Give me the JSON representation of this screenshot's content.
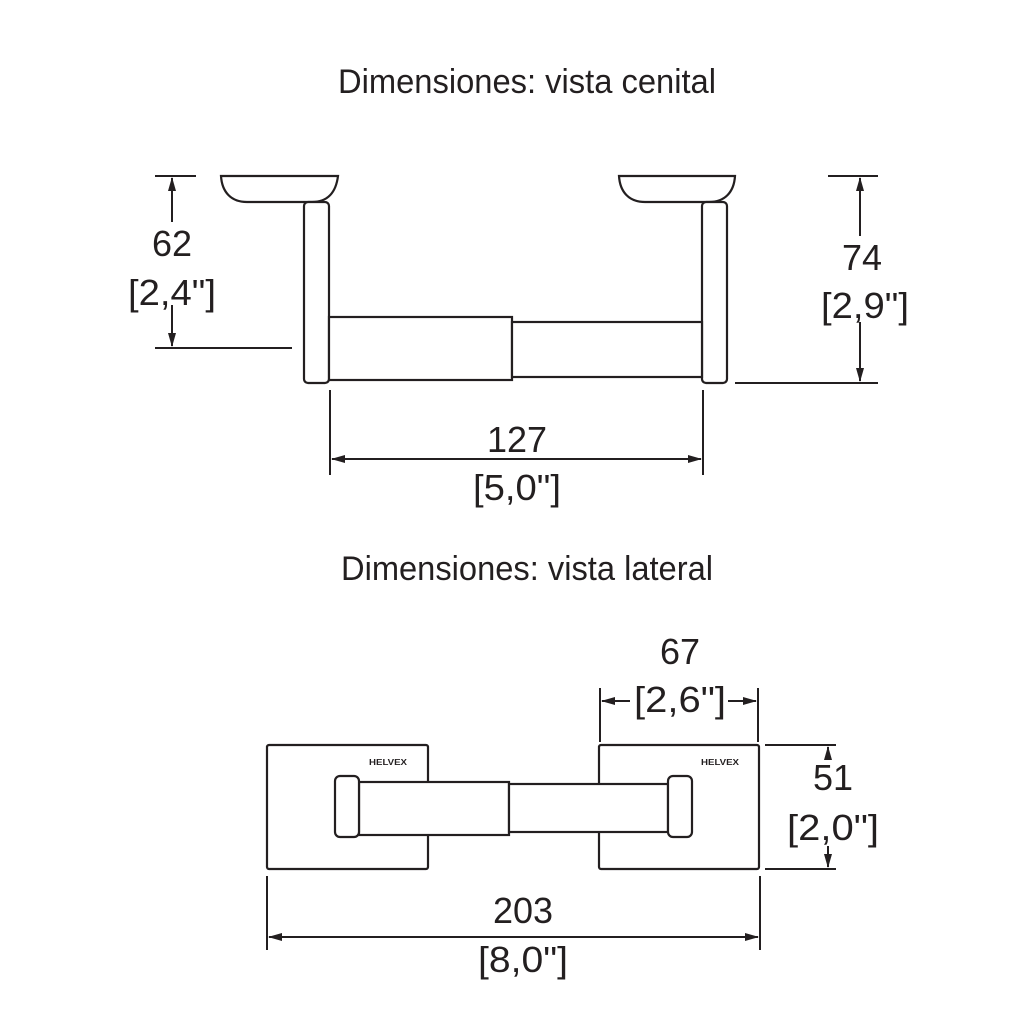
{
  "top_view": {
    "title": "Dimensiones: vista cenital",
    "dim_left": {
      "mm": "62",
      "in": "[2,4\"]"
    },
    "dim_right": {
      "mm": "74",
      "in": "[2,9\"]"
    },
    "dim_bottom": {
      "mm": "127",
      "in": "[5,0\"]"
    }
  },
  "side_view": {
    "title": "Dimensiones: vista lateral",
    "brand_mark": "HELVEX",
    "dim_plate_width": {
      "mm": "67",
      "in": "[2,6\"]"
    },
    "dim_plate_height": {
      "mm": "51",
      "in": "[2,0\"]"
    },
    "dim_overall": {
      "mm": "203",
      "in": "[8,0\"]"
    }
  }
}
